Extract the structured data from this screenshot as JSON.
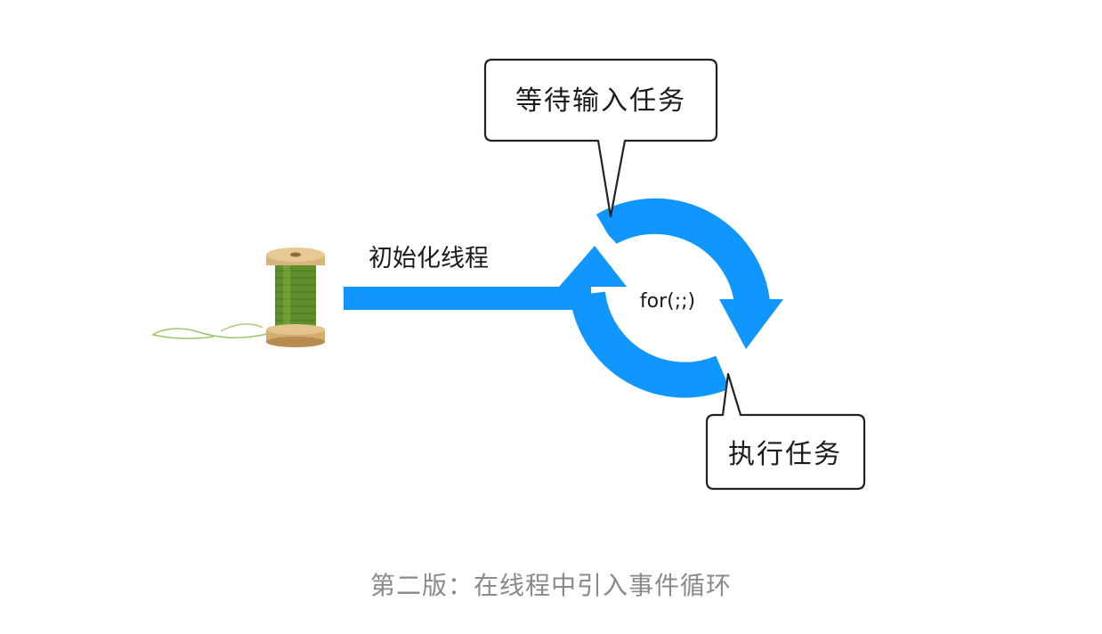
{
  "diagram": {
    "thread_label": "初始化线程",
    "loop_label": "for(;;)",
    "wait_bubble": "等待输入任务",
    "exec_bubble": "执行任务",
    "colors": {
      "accent": "#1097ff",
      "thread_green": "#5f8f2a",
      "spool_wood": "#d7b57a",
      "outline": "#222222"
    }
  },
  "caption": "第二版：在线程中引入事件循环"
}
